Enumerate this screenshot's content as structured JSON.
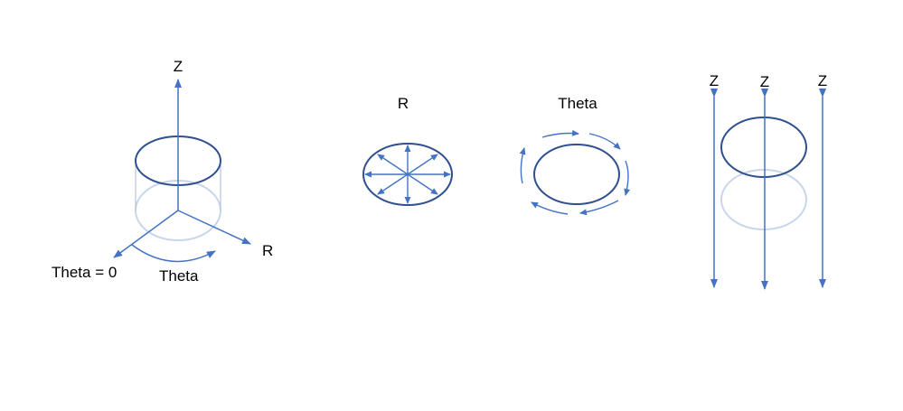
{
  "colors": {
    "background": "#ffffff",
    "dark_line": "#2f4f8f",
    "arrow": "#4472c4",
    "faint": "#c9d6ea",
    "text": "#000000"
  },
  "panel_cylinder": {
    "z_label": "Z",
    "r_label": "R",
    "theta_zero_label": "Theta = 0",
    "theta_label": "Theta"
  },
  "panel_r": {
    "label": "R"
  },
  "panel_theta": {
    "label": "Theta"
  },
  "panel_z": {
    "labels": [
      "Z",
      "Z",
      "Z"
    ]
  }
}
